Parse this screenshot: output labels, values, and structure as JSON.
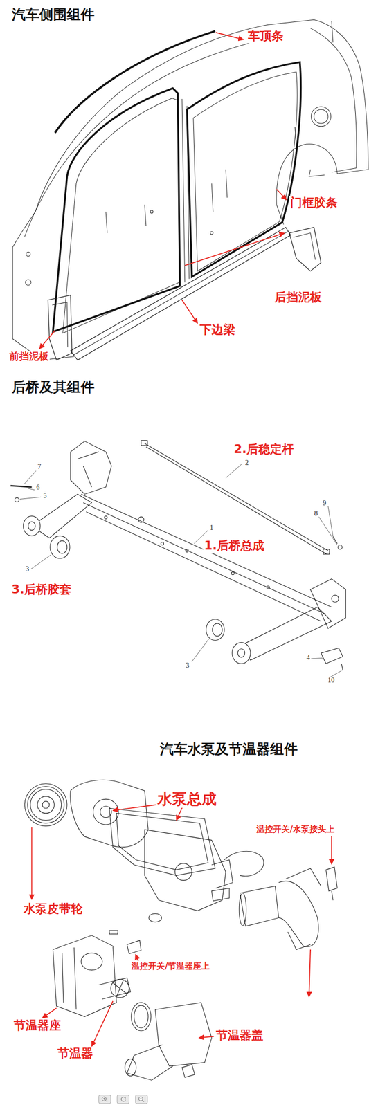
{
  "diagram": {
    "labels": [
      "汽车侧围组件",
      "车顶条",
      "门框胶条",
      "后挡泥板",
      "下边梁",
      "前挡泥板",
      "后桥及其组件",
      "2.后稳定杆",
      "7",
      "2",
      "6",
      "5",
      "1",
      "1.后桥总成",
      "9",
      "8",
      "3",
      "3.后桥胶套",
      "3",
      "4",
      "10",
      "汽车水泵及节温器组件",
      "水泵总成",
      "温控开关/水泵接头上",
      "水泵皮带轮",
      "温控开关/节温器座上",
      "节温器座",
      "节温器",
      "节温器盖"
    ]
  }
}
